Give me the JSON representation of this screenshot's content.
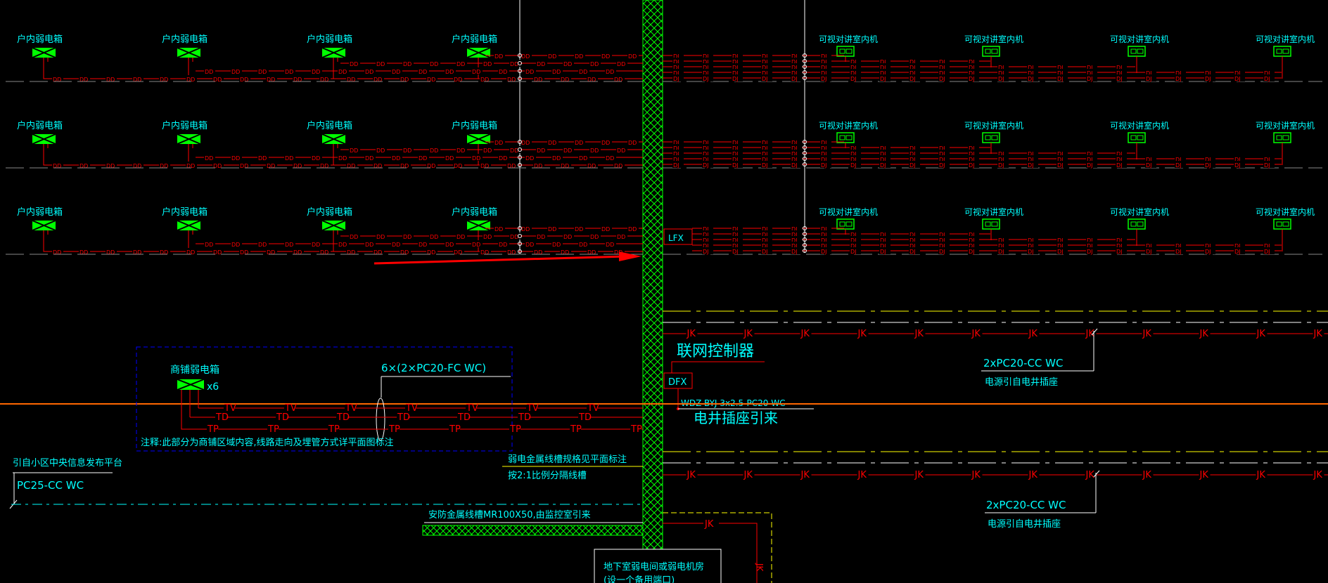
{
  "colors": {
    "background": "#000000",
    "wire": "#ff0000",
    "label": "#00ffff",
    "device": "#00ff00",
    "shaft": "#00ff00",
    "dash": "#ffff00",
    "riser": "#ffffff",
    "box_border": "#0000ff",
    "highlight_line": "#ff6600"
  },
  "floors": [
    {
      "id": "floor-1"
    },
    {
      "id": "floor-2"
    },
    {
      "id": "floor-3"
    }
  ],
  "left_device_label": "户内弱电箱",
  "right_device_label": "可视对讲室内机",
  "left_wire_code": "DD",
  "right_wire_code": "DJ",
  "lfx_label": "LFX",
  "jk_code": "JK",
  "tv_code": "TV",
  "td_code": "TD",
  "tp_code": "TP",
  "annotations": {
    "network_controller": "联网控制器",
    "dfx": "DFX",
    "wdz_cable": "WDZ-BYJ-3x2.5-PC20-WC",
    "socket_from_shaft": "电井插座引来",
    "shop_box_label": "商铺弱电箱",
    "shop_box_count": "x6",
    "shop_conduit": "6×(2×PC20-FC WC)",
    "shop_note": "注释:此部分为商铺区域内容,线路走向及埋管方式详平面图标注",
    "trunk_note_1": "弱电金属线槽规格见平面标注",
    "trunk_note_2": "按2:1比例分隔线槽",
    "pc20_top": "2xPC20-CC WC",
    "pc20_top_sub": "电源引自电井插座",
    "pc20_bottom": "2xPC20-CC WC",
    "pc20_bottom_sub": "电源引自电井插座",
    "community_note": "引自小区中央信息发布平台",
    "pc25": "PC25-CC WC",
    "tray_note": "安防金属线槽MR100X50,由监控室引来",
    "basement_box_line1": "地下室弱电间或弱电机房",
    "basement_box_line2": "(设一个备用端口)"
  }
}
